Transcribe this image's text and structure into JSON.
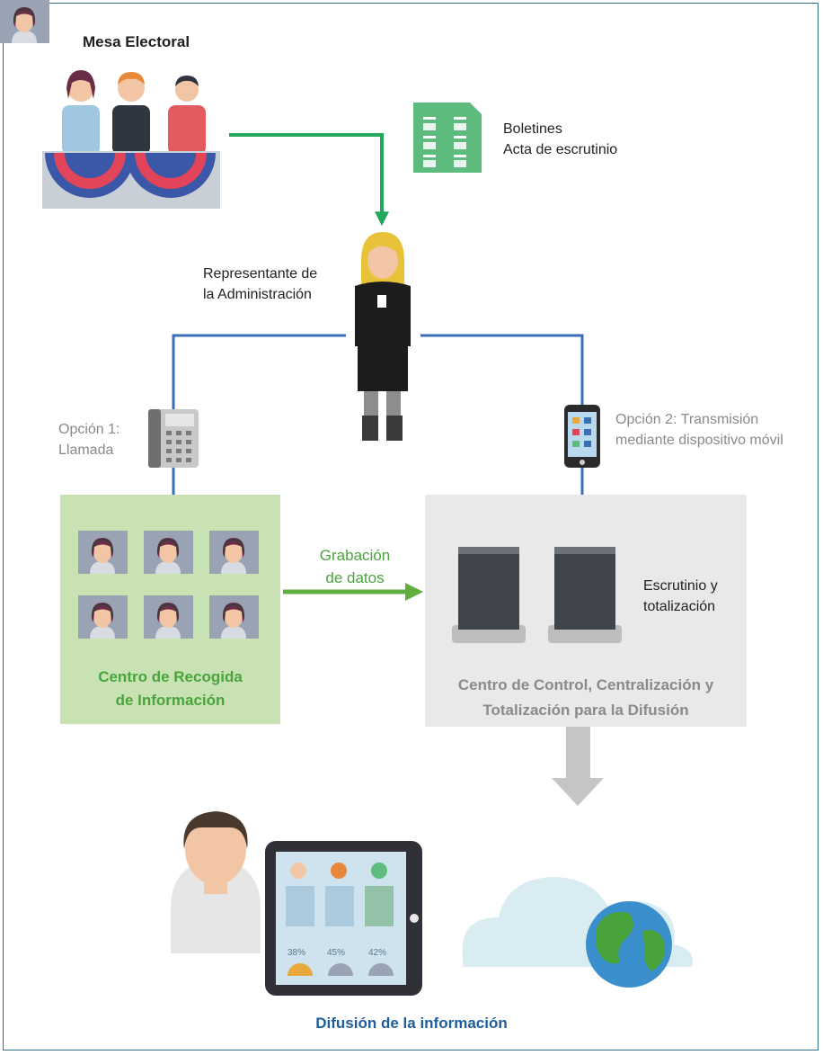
{
  "labels": {
    "mesa": "Mesa Electoral",
    "boletines": "Boletines\nActa de escrutinio",
    "representante": "Representante de\nla Administración",
    "opcion1": "Opción 1:\nLlamada",
    "opcion2": "Opción 2: Transmisión\nmediante dispositivo móvil",
    "grabacion": "Grabación\nde datos",
    "centro_recogida": "Centro de Recogida\nde Información",
    "escrutinio": "Escrutinio y\ntotalización",
    "centro_control": "Centro de Control, Centralización y\nTotalización para la Difusión",
    "difusion": "Difusión de la información"
  },
  "tablet_values": [
    "38%",
    "45%",
    "42%"
  ],
  "colors": {
    "frame": "#2e6f8e",
    "green_arrow": "#22a85a",
    "blue_line": "#3a6fb5",
    "light_green_arrow": "#5fae3e",
    "green_box": "#c9e2b4",
    "gray_box": "#e9e9e9",
    "green_text": "#4aa43c",
    "blue_text": "#1f5e9e",
    "gray_text": "#8a8a8a"
  }
}
